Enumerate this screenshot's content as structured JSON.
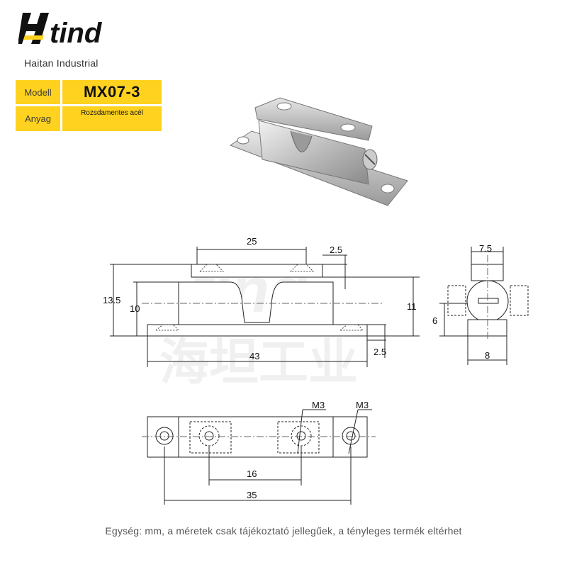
{
  "brand": {
    "logo_text": "tind",
    "company": "Haitan Industrial"
  },
  "specs": [
    {
      "label": "Modell",
      "value": "MX07-3"
    },
    {
      "label": "Anyag",
      "value": "Rozsdamentes acél"
    }
  ],
  "watermark": {
    "latin": "tind",
    "chinese": "海坦工业"
  },
  "dimensions": {
    "top_width": "25",
    "top_thickness": "2.5",
    "total_height": "13.5",
    "body_height": "10",
    "side_height": "11",
    "side_width_top": "7.5",
    "side_lower": "6",
    "side_width": "8",
    "base_thickness": "2.5",
    "base_length": "43",
    "thread_left": "M3",
    "thread_right": "M3",
    "hole_spacing": "16",
    "outer_spacing": "35"
  },
  "footer": {
    "note": "Egység: mm, a méretek csak tájékoztató jellegűek, a tényleges termék eltérhet"
  }
}
